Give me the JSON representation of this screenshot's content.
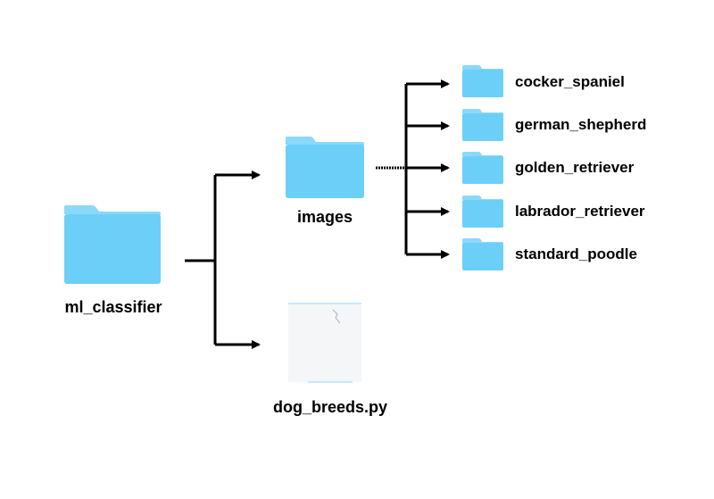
{
  "colors": {
    "folder": "#6ccff8",
    "folder_tab": "#8ad8fa",
    "arrow": "#000000",
    "file": "#f5f6f7",
    "file_edge": "#8ad8fa"
  },
  "tree": {
    "root": {
      "label": "ml_classifier",
      "icon": "folder-icon"
    },
    "images": {
      "label": "images",
      "icon": "folder-icon"
    },
    "file": {
      "label": "dog_breeds.py",
      "icon": "python-file-icon"
    },
    "breeds": [
      {
        "label": "cocker_spaniel",
        "icon": "folder-icon"
      },
      {
        "label": "german_shepherd",
        "icon": "folder-icon"
      },
      {
        "label": "golden_retriever",
        "icon": "folder-icon"
      },
      {
        "label": "labrador_retriever",
        "icon": "folder-icon"
      },
      {
        "label": "standard_poodle",
        "icon": "folder-icon"
      }
    ]
  }
}
